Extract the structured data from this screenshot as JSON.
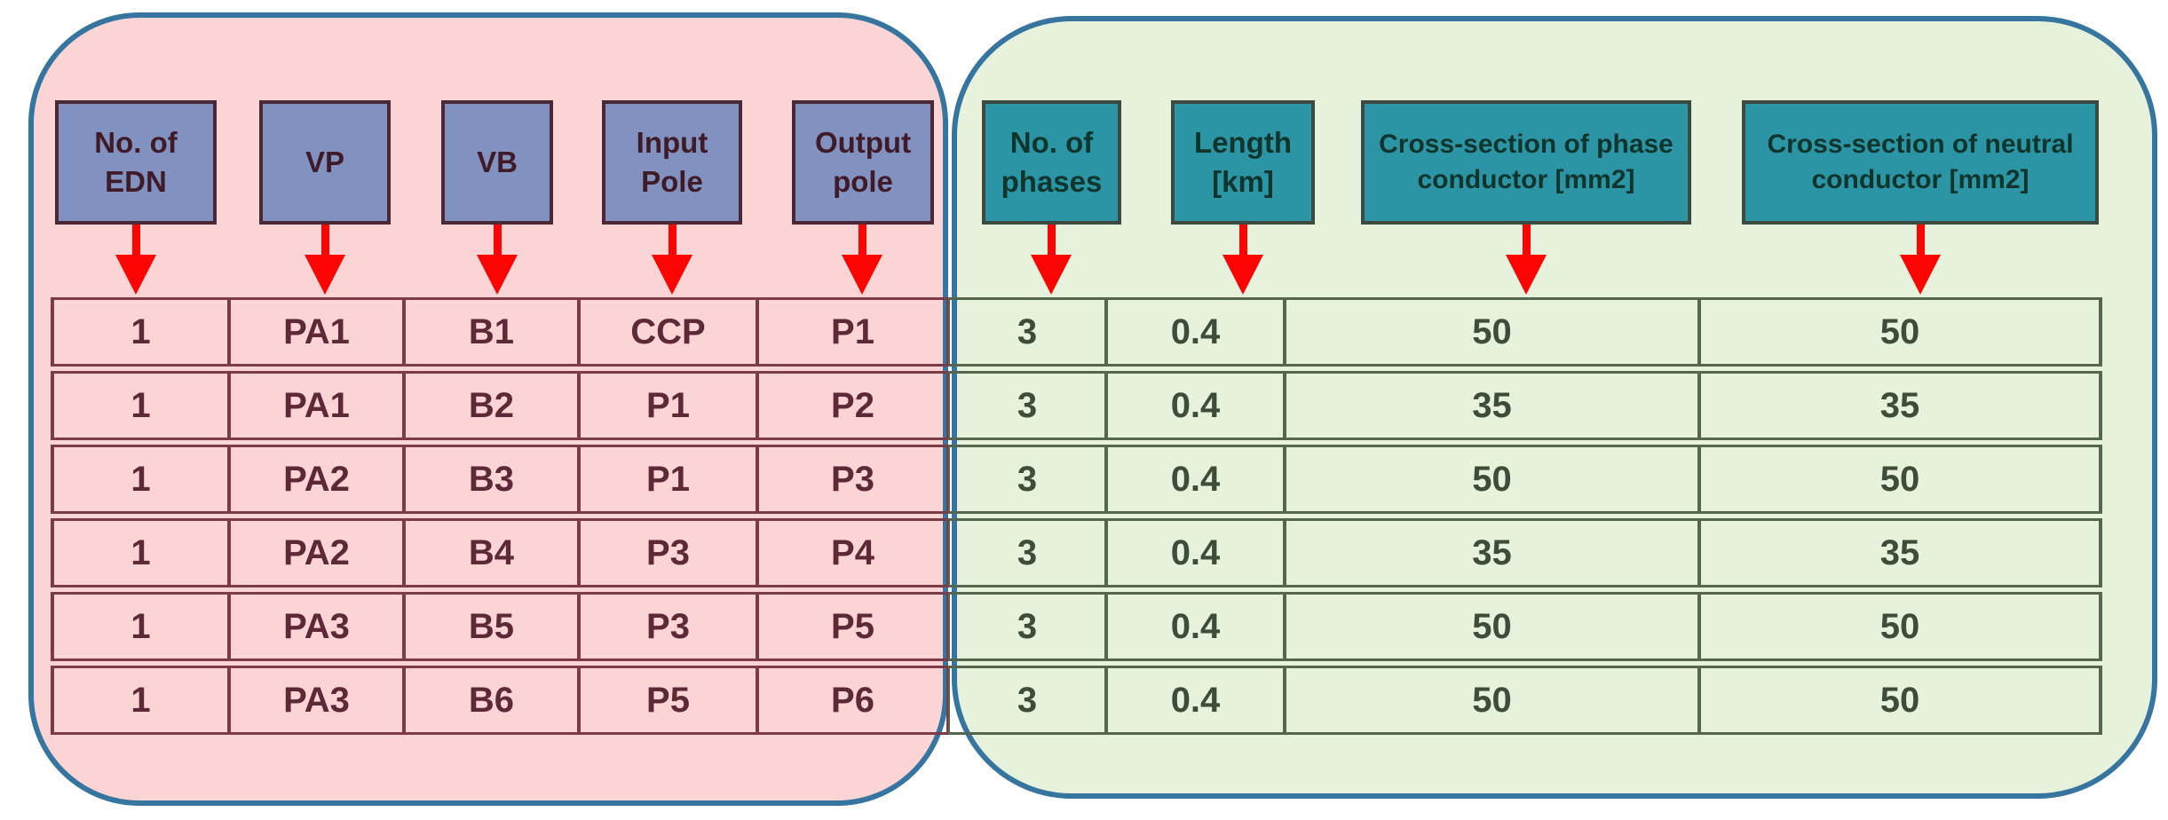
{
  "figure": {
    "left_panel": {
      "headers": [
        "No. of EDN",
        "VP",
        "VB",
        "Input Pole",
        "Output pole"
      ]
    },
    "right_panel": {
      "headers": [
        "No. of phases",
        "Length [km]",
        "Cross-section of phase conductor [mm2]",
        "Cross-section of neutral conductor [mm2]"
      ]
    },
    "table": {
      "columns": [
        "No. of EDN",
        "VP",
        "VB",
        "Input Pole",
        "Output pole",
        "No. of phases",
        "Length [km]",
        "Cross-section of phase conductor [mm2]",
        "Cross-section of neutral conductor [mm2]"
      ],
      "rows": [
        [
          "1",
          "PA1",
          "B1",
          "CCP",
          "P1",
          "3",
          "0.4",
          "50",
          "50"
        ],
        [
          "1",
          "PA1",
          "B2",
          "P1",
          "P2",
          "3",
          "0.4",
          "35",
          "35"
        ],
        [
          "1",
          "PA2",
          "B3",
          "P1",
          "P3",
          "3",
          "0.4",
          "50",
          "50"
        ],
        [
          "1",
          "PA2",
          "B4",
          "P3",
          "P4",
          "3",
          "0.4",
          "35",
          "35"
        ],
        [
          "1",
          "PA3",
          "B5",
          "P3",
          "P5",
          "3",
          "0.4",
          "50",
          "50"
        ],
        [
          "1",
          "PA3",
          "B6",
          "P5",
          "P6",
          "3",
          "0.4",
          "50",
          "50"
        ]
      ]
    },
    "colors": {
      "panel_pink": "#fbd5d6",
      "panel_green": "#e7f2dc",
      "panel_outline_blue": "#35759f",
      "header_box_slate": "#8191c0",
      "header_box_teal": "#2b95a6",
      "arrow_red": "#fb0503",
      "table_line_maroon": "#7d3c45",
      "table_line_olive": "#556650"
    }
  }
}
